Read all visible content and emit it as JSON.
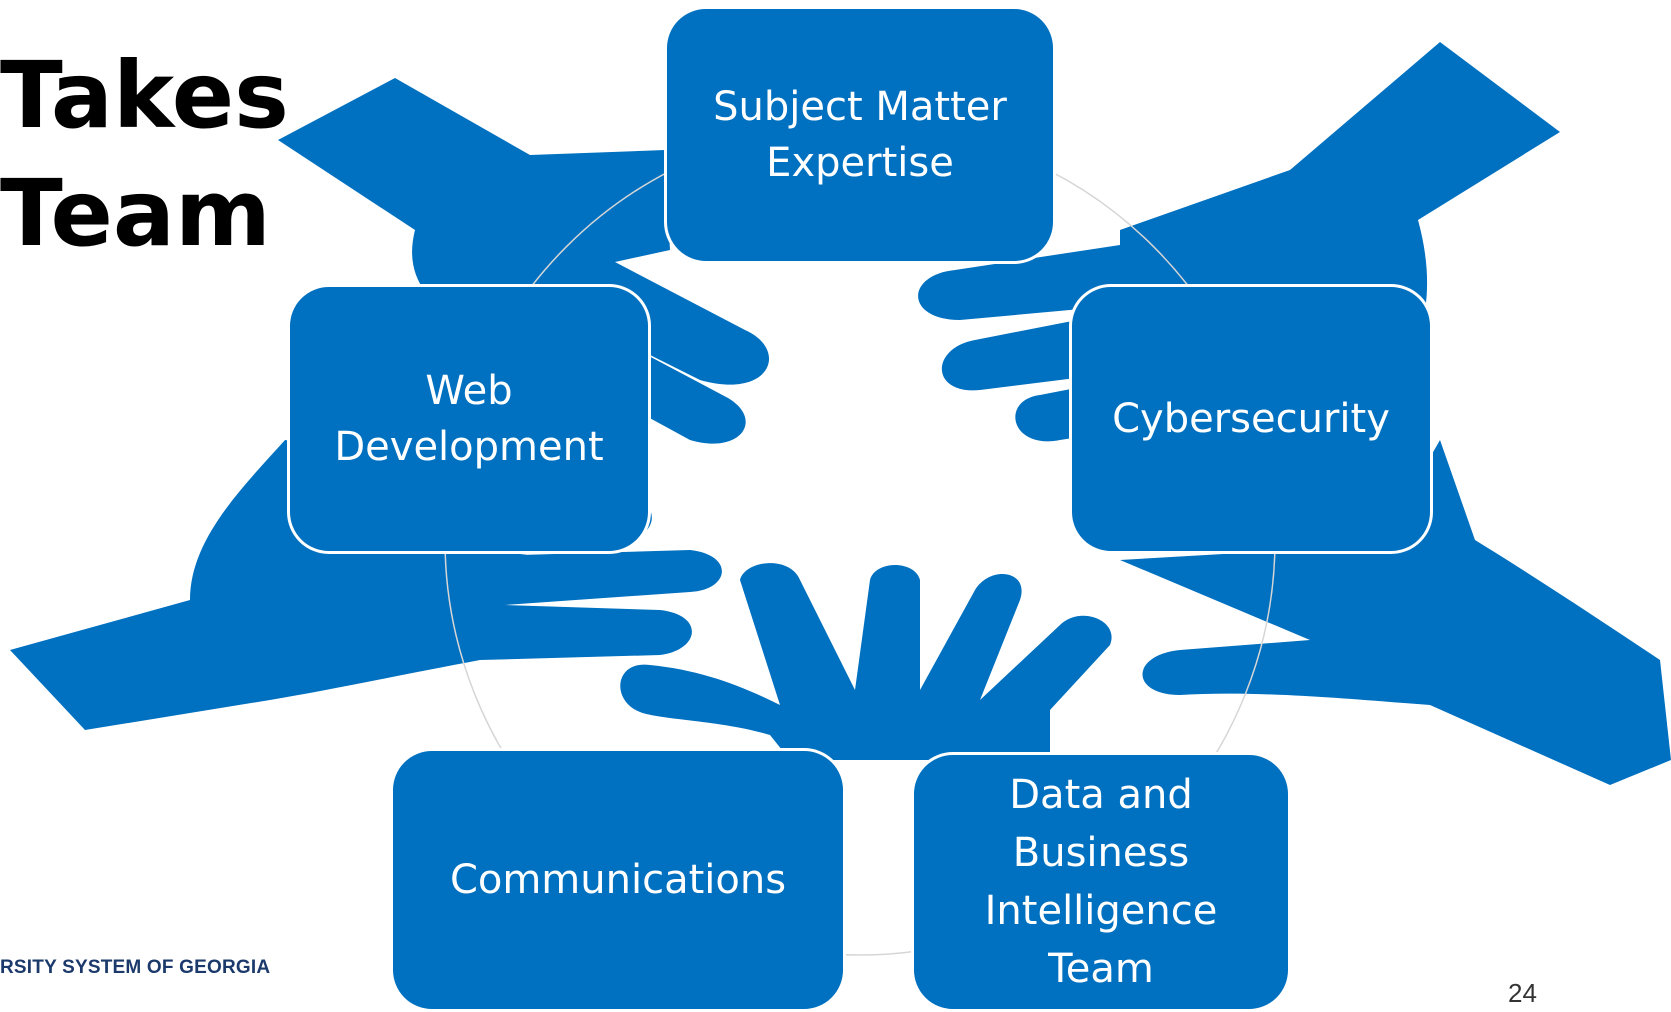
{
  "title": {
    "line1": "Takes",
    "line2": "Team"
  },
  "nodes": {
    "top": "Subject Matter Expertise",
    "left": "Web Development",
    "right": "Cybersecurity",
    "bottom_left": "Communications",
    "bottom_right": "Data and Business Intelligence Team"
  },
  "footer": {
    "org": "RSITY SYSTEM OF GEORGIA"
  },
  "page_number": "24",
  "colors": {
    "hands": "#0070c0",
    "node_fill": "#0070c0",
    "node_border": "#ffffff",
    "title": "#000000"
  },
  "icons": {
    "background": "hands-circle-icon"
  }
}
